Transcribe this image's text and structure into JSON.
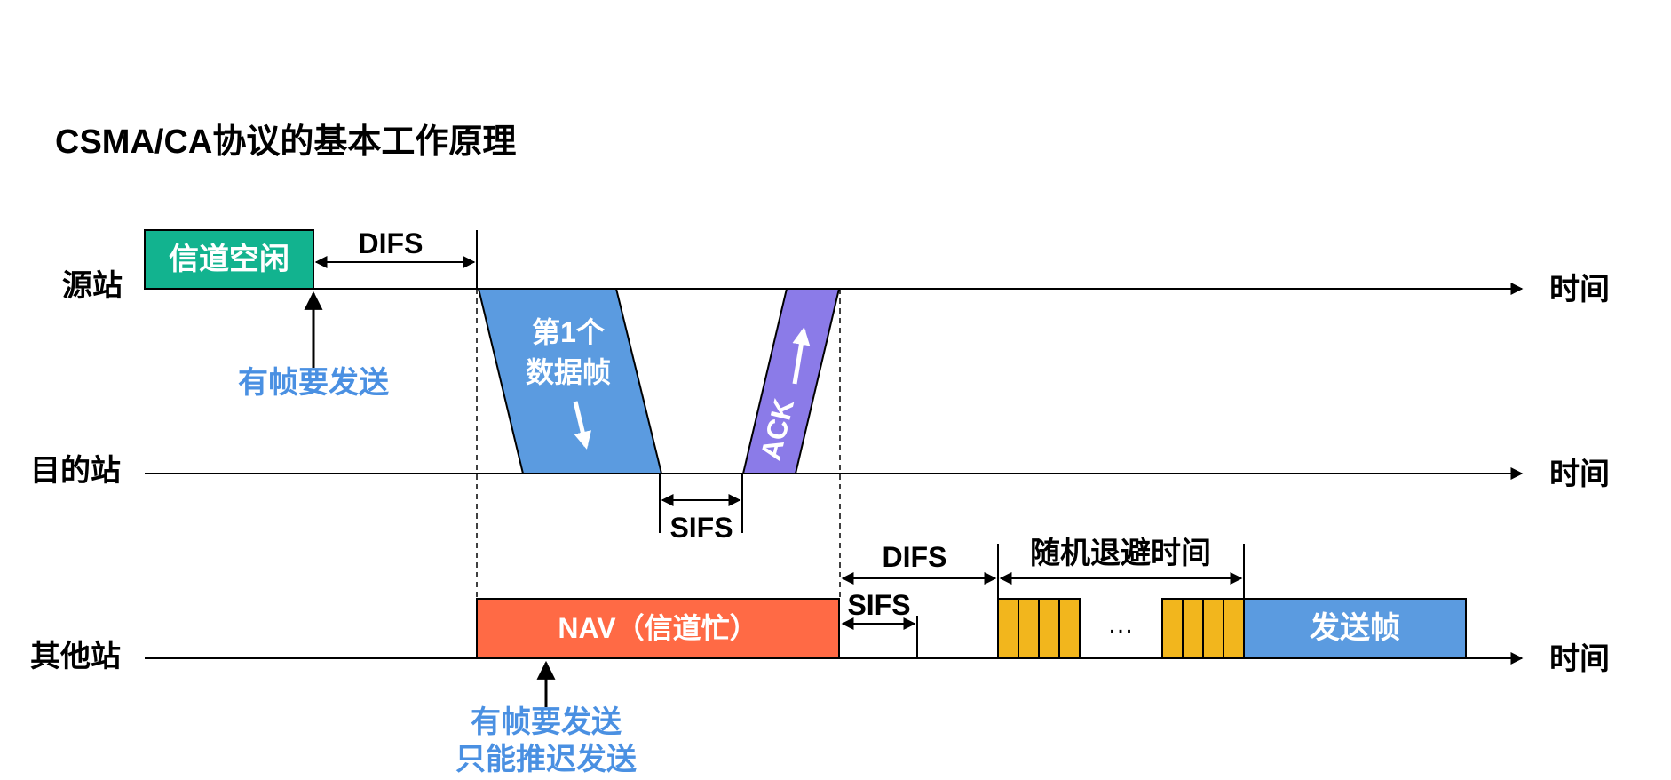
{
  "title": "CSMA/CA协议的基本工作原理",
  "stations": {
    "source": "源站",
    "destination": "目的站",
    "other": "其他站"
  },
  "time_label": "时间",
  "source_row": {
    "channel_idle": "信道空闲",
    "difs": "DIFS",
    "has_frame": "有帧要发送"
  },
  "data_frame": {
    "line1": "第1个",
    "line2": "数据帧"
  },
  "ack_label": "ACK",
  "sifs_label": "SIFS",
  "other_row": {
    "nav": "NAV（信道忙）",
    "sifs": "SIFS",
    "difs": "DIFS",
    "backoff": "随机退避时间",
    "ellipsis": "…",
    "send_frame": "发送帧",
    "note_line1": "有帧要发送",
    "note_line2": "只能推迟发送"
  },
  "colors": {
    "teal": "#12B38F",
    "blue": "#5B9BE0",
    "purple": "#8B7BE8",
    "orange": "#FF6A45",
    "yellow": "#F2B61D",
    "note_blue": "#4A90E2",
    "black": "#000000"
  }
}
